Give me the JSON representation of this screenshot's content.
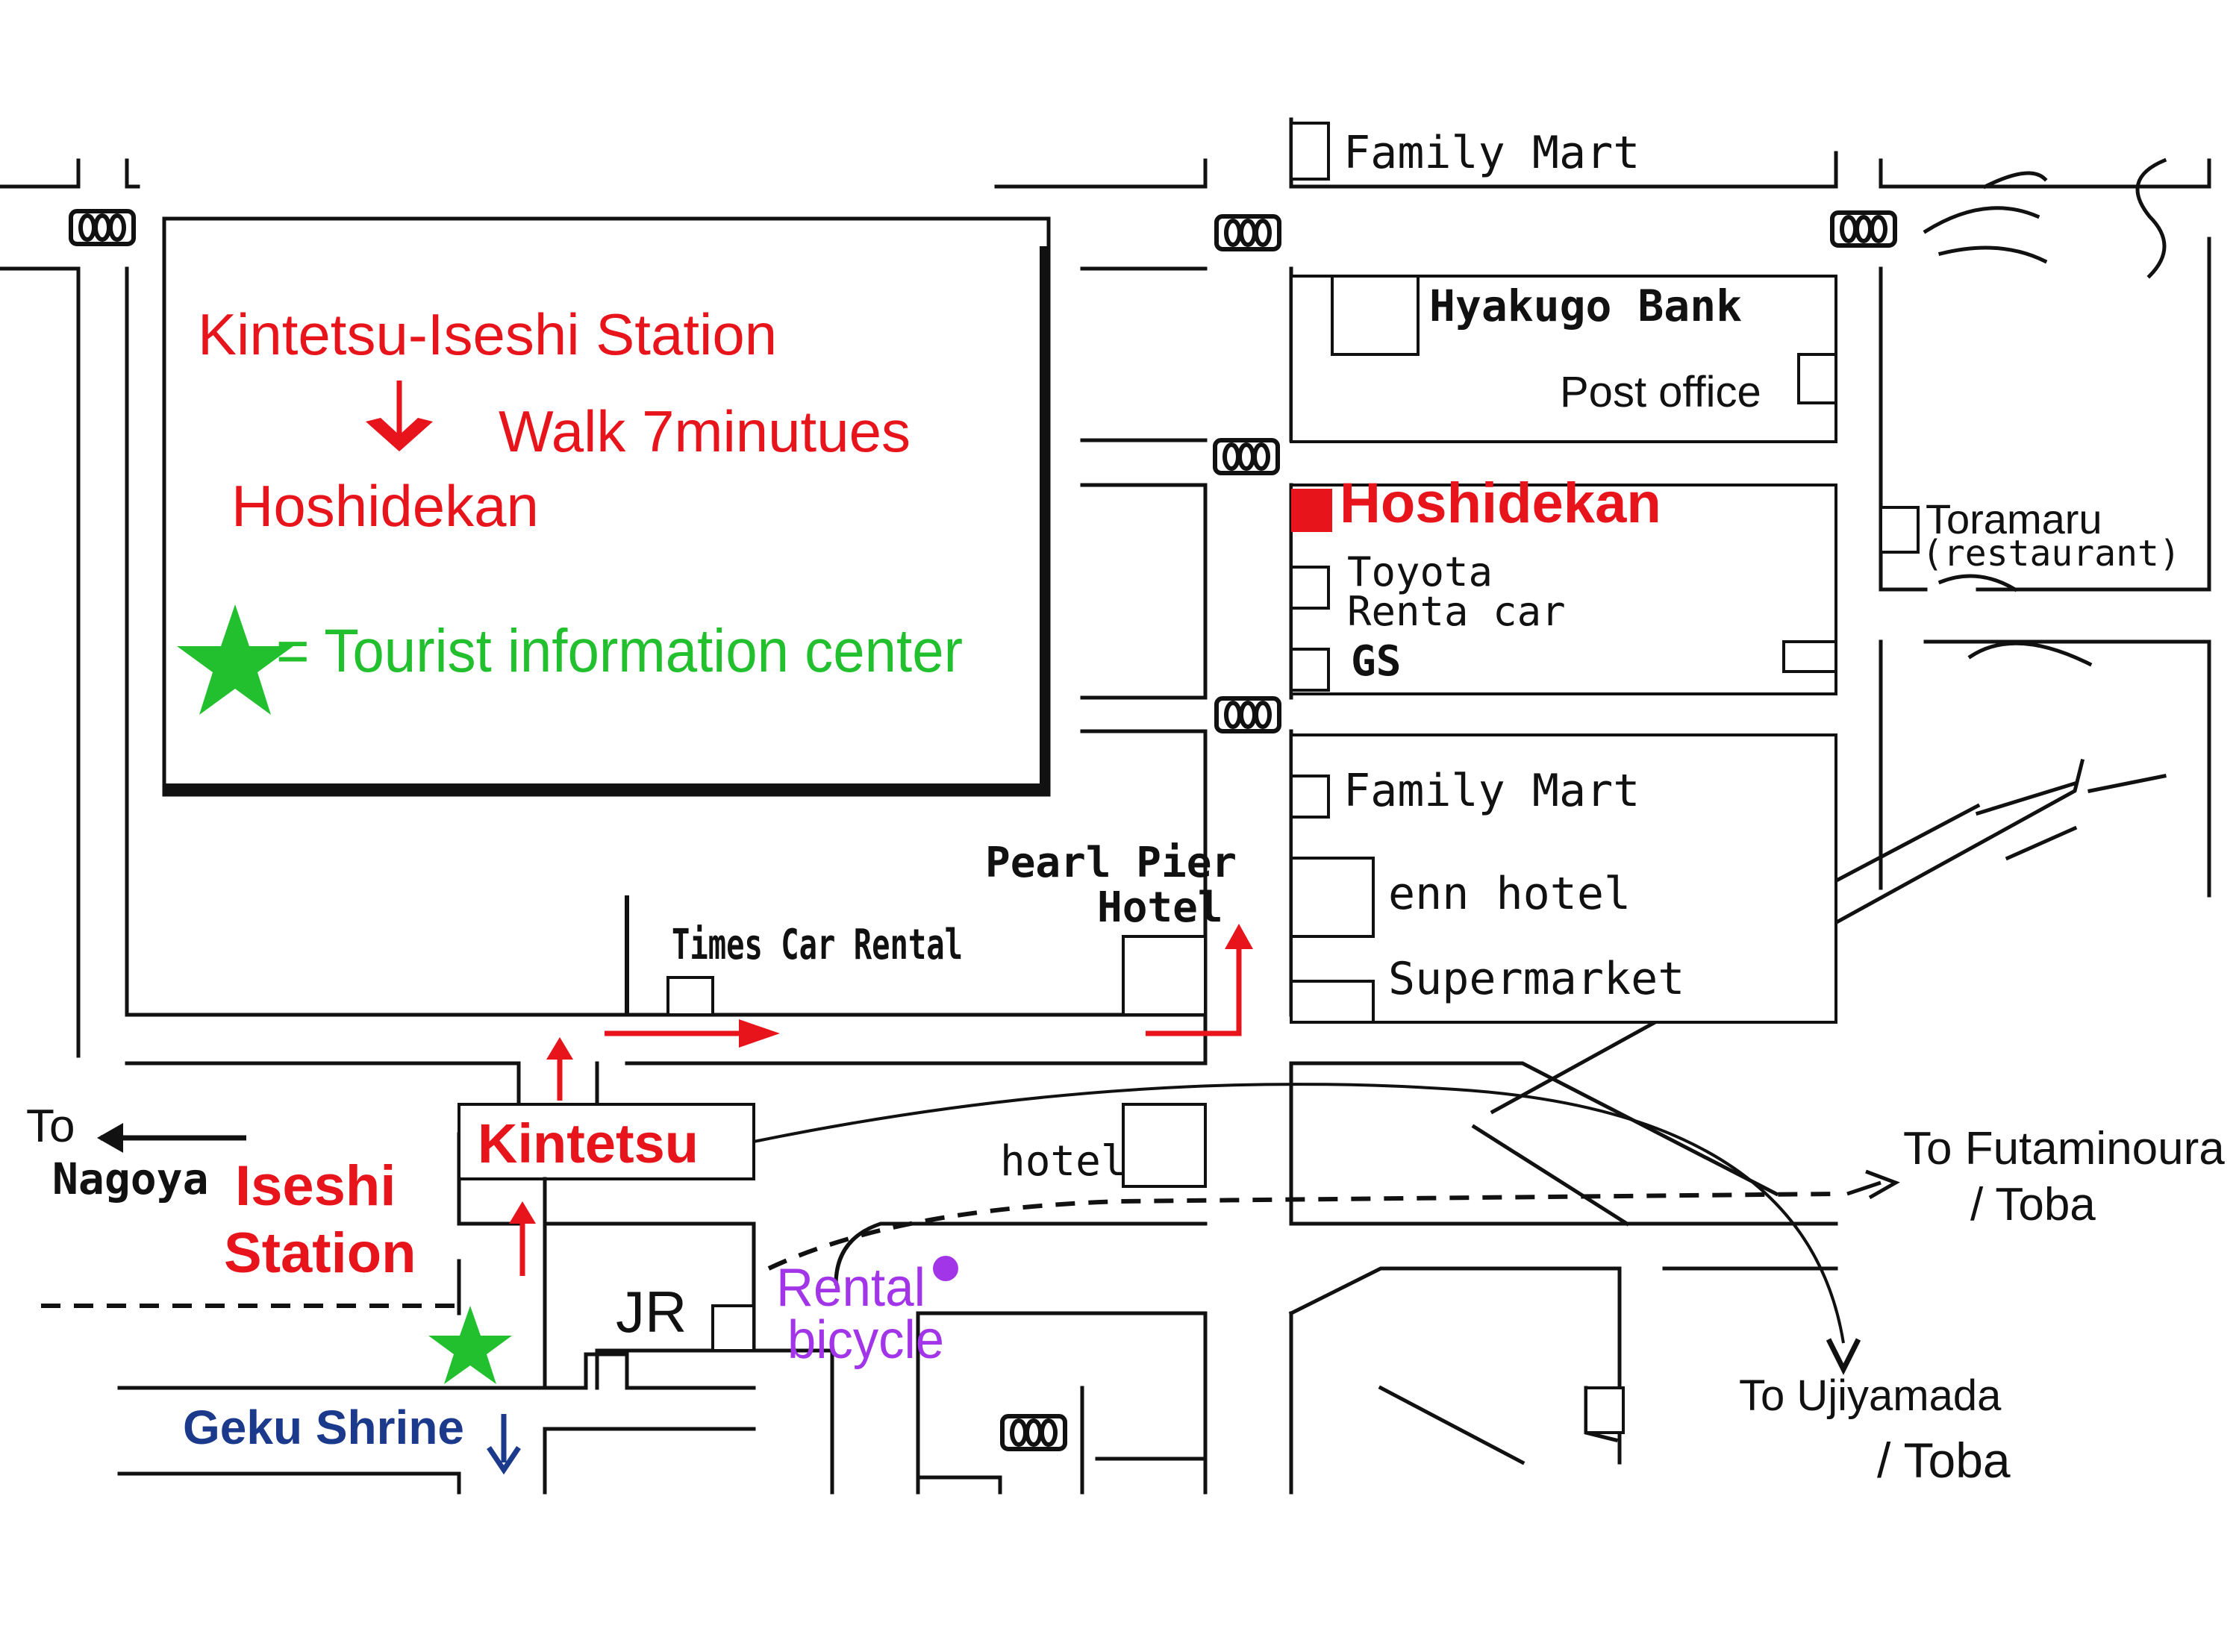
{
  "legend": {
    "line1": "Kintetsu-Iseshi Station",
    "line2": "Walk 7minutues",
    "line3": "Hoshidekan",
    "tourist_info": "= Tourist information center",
    "colors": {
      "route": "#e8141c",
      "tourist": "#22c02e"
    }
  },
  "places": {
    "family_mart_top": "Family Mart",
    "hyakugo_bank": "Hyakugo Bank",
    "post_office": "Post office",
    "hoshidekan": "Hoshidekan",
    "toyota_1": "Toyota",
    "toyota_2": "Renta car",
    "gs": "GS",
    "toramaru": "Toramaru",
    "toramaru_note": "(restaurant)",
    "family_mart_mid": "Family Mart",
    "enn_hotel": "enn hotel",
    "supermarket": "Supermarket",
    "pearl_pier_1": "Pearl Pier",
    "pearl_pier_2": "Hotel",
    "times_car": "Times Car Rental",
    "hotel": "hotel",
    "kintetsu": "Kintetsu",
    "iseshi_1": "Iseshi",
    "iseshi_2": "Station",
    "jr": "JR",
    "rental_1": "Rental",
    "rental_2": "bicycle",
    "geku": "Geku Shrine",
    "to_nagoya_1": "To",
    "to_nagoya_2": "Nagoya",
    "to_futami_1": "To Futaminoura",
    "to_futami_2": "/ Toba",
    "to_ujiyamada_1": "To Ujiyamada",
    "to_ujiyamada_2": "/ Toba"
  },
  "colors": {
    "hoshidekan": "#e8141c",
    "rental": "#a335e8",
    "geku": "#1b3a8c"
  }
}
